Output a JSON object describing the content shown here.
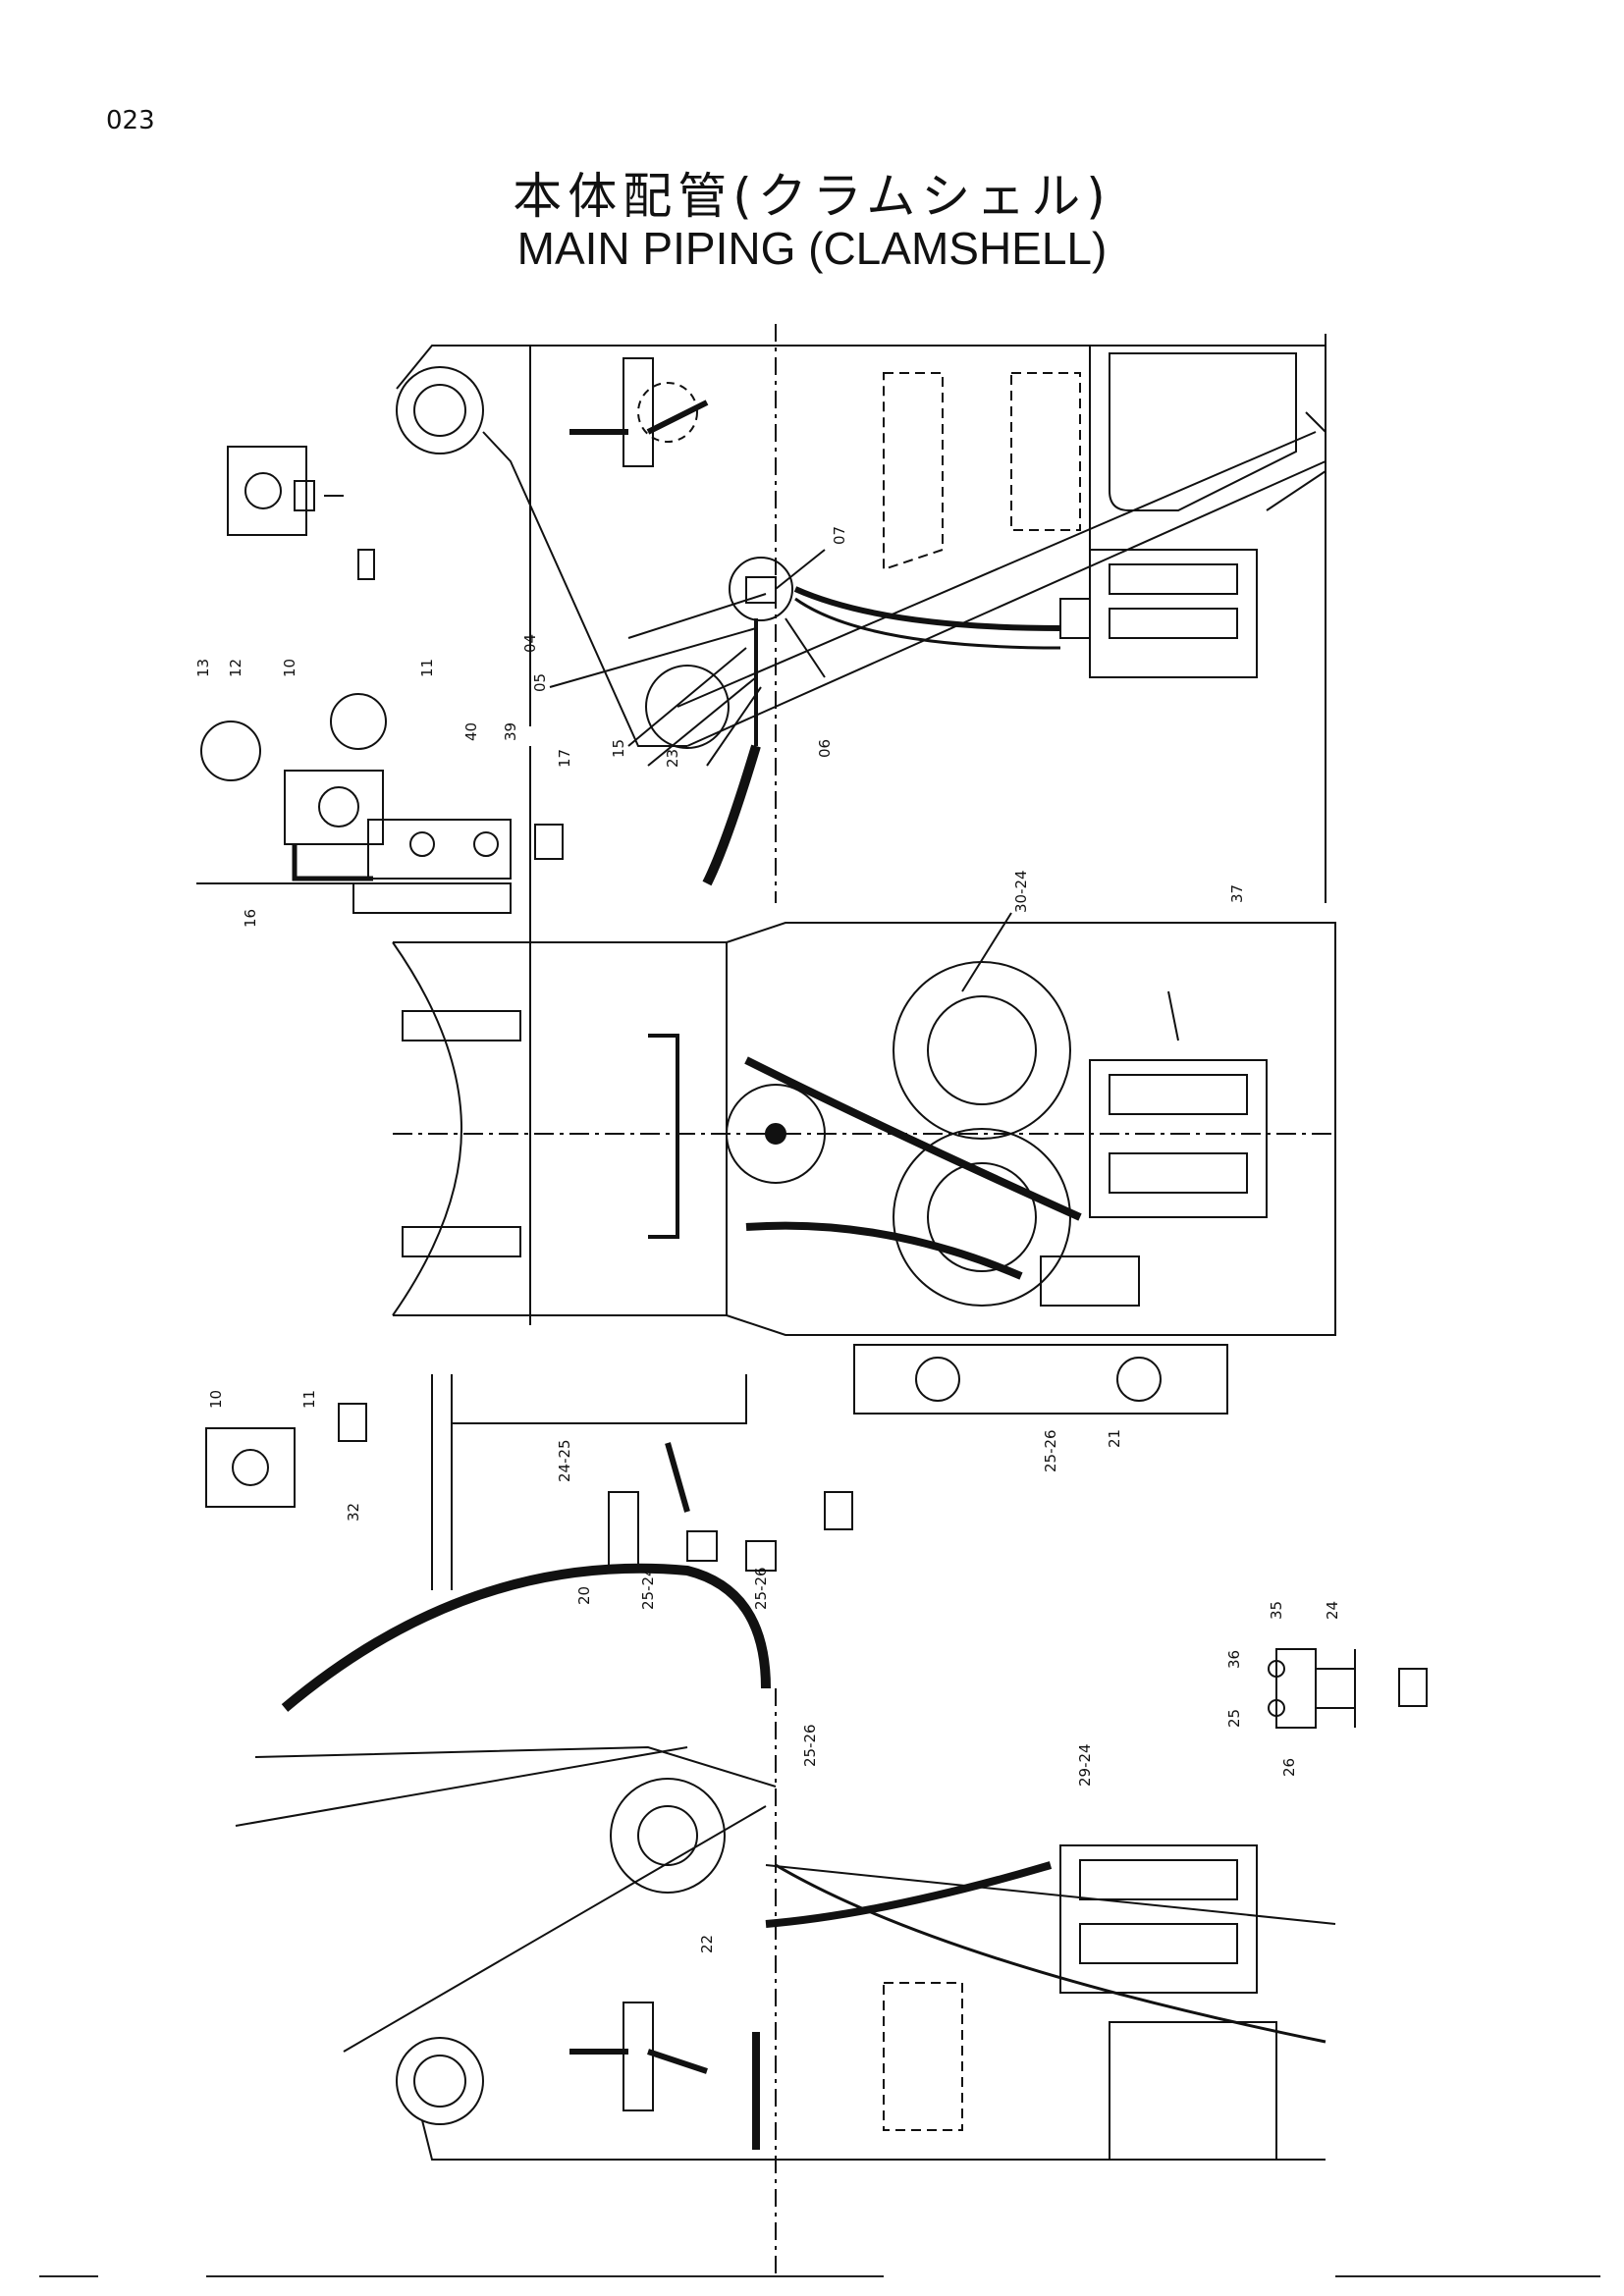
{
  "page_number": "023",
  "title_jp": "本体配管(クラムシェル)",
  "title_en": "MAIN PIPING (CLAMSHELL)",
  "callouts": {
    "top": [
      "07",
      "04",
      "05",
      "17",
      "15",
      "23",
      "06"
    ],
    "left_detail": [
      "13",
      "12",
      "10",
      "11",
      "40",
      "39",
      "16"
    ],
    "middle": [
      "30-24",
      "37"
    ],
    "lower_left_detail": [
      "10",
      "11"
    ],
    "lower_middle": [
      "24-25",
      "32",
      "20",
      "25-24",
      "25-26"
    ],
    "lower_right": [
      "25-26",
      "21"
    ],
    "bottom": [
      "25-26",
      "29-24",
      "22"
    ],
    "bottom_right_detail": [
      "35",
      "24",
      "36",
      "25",
      "26"
    ]
  }
}
